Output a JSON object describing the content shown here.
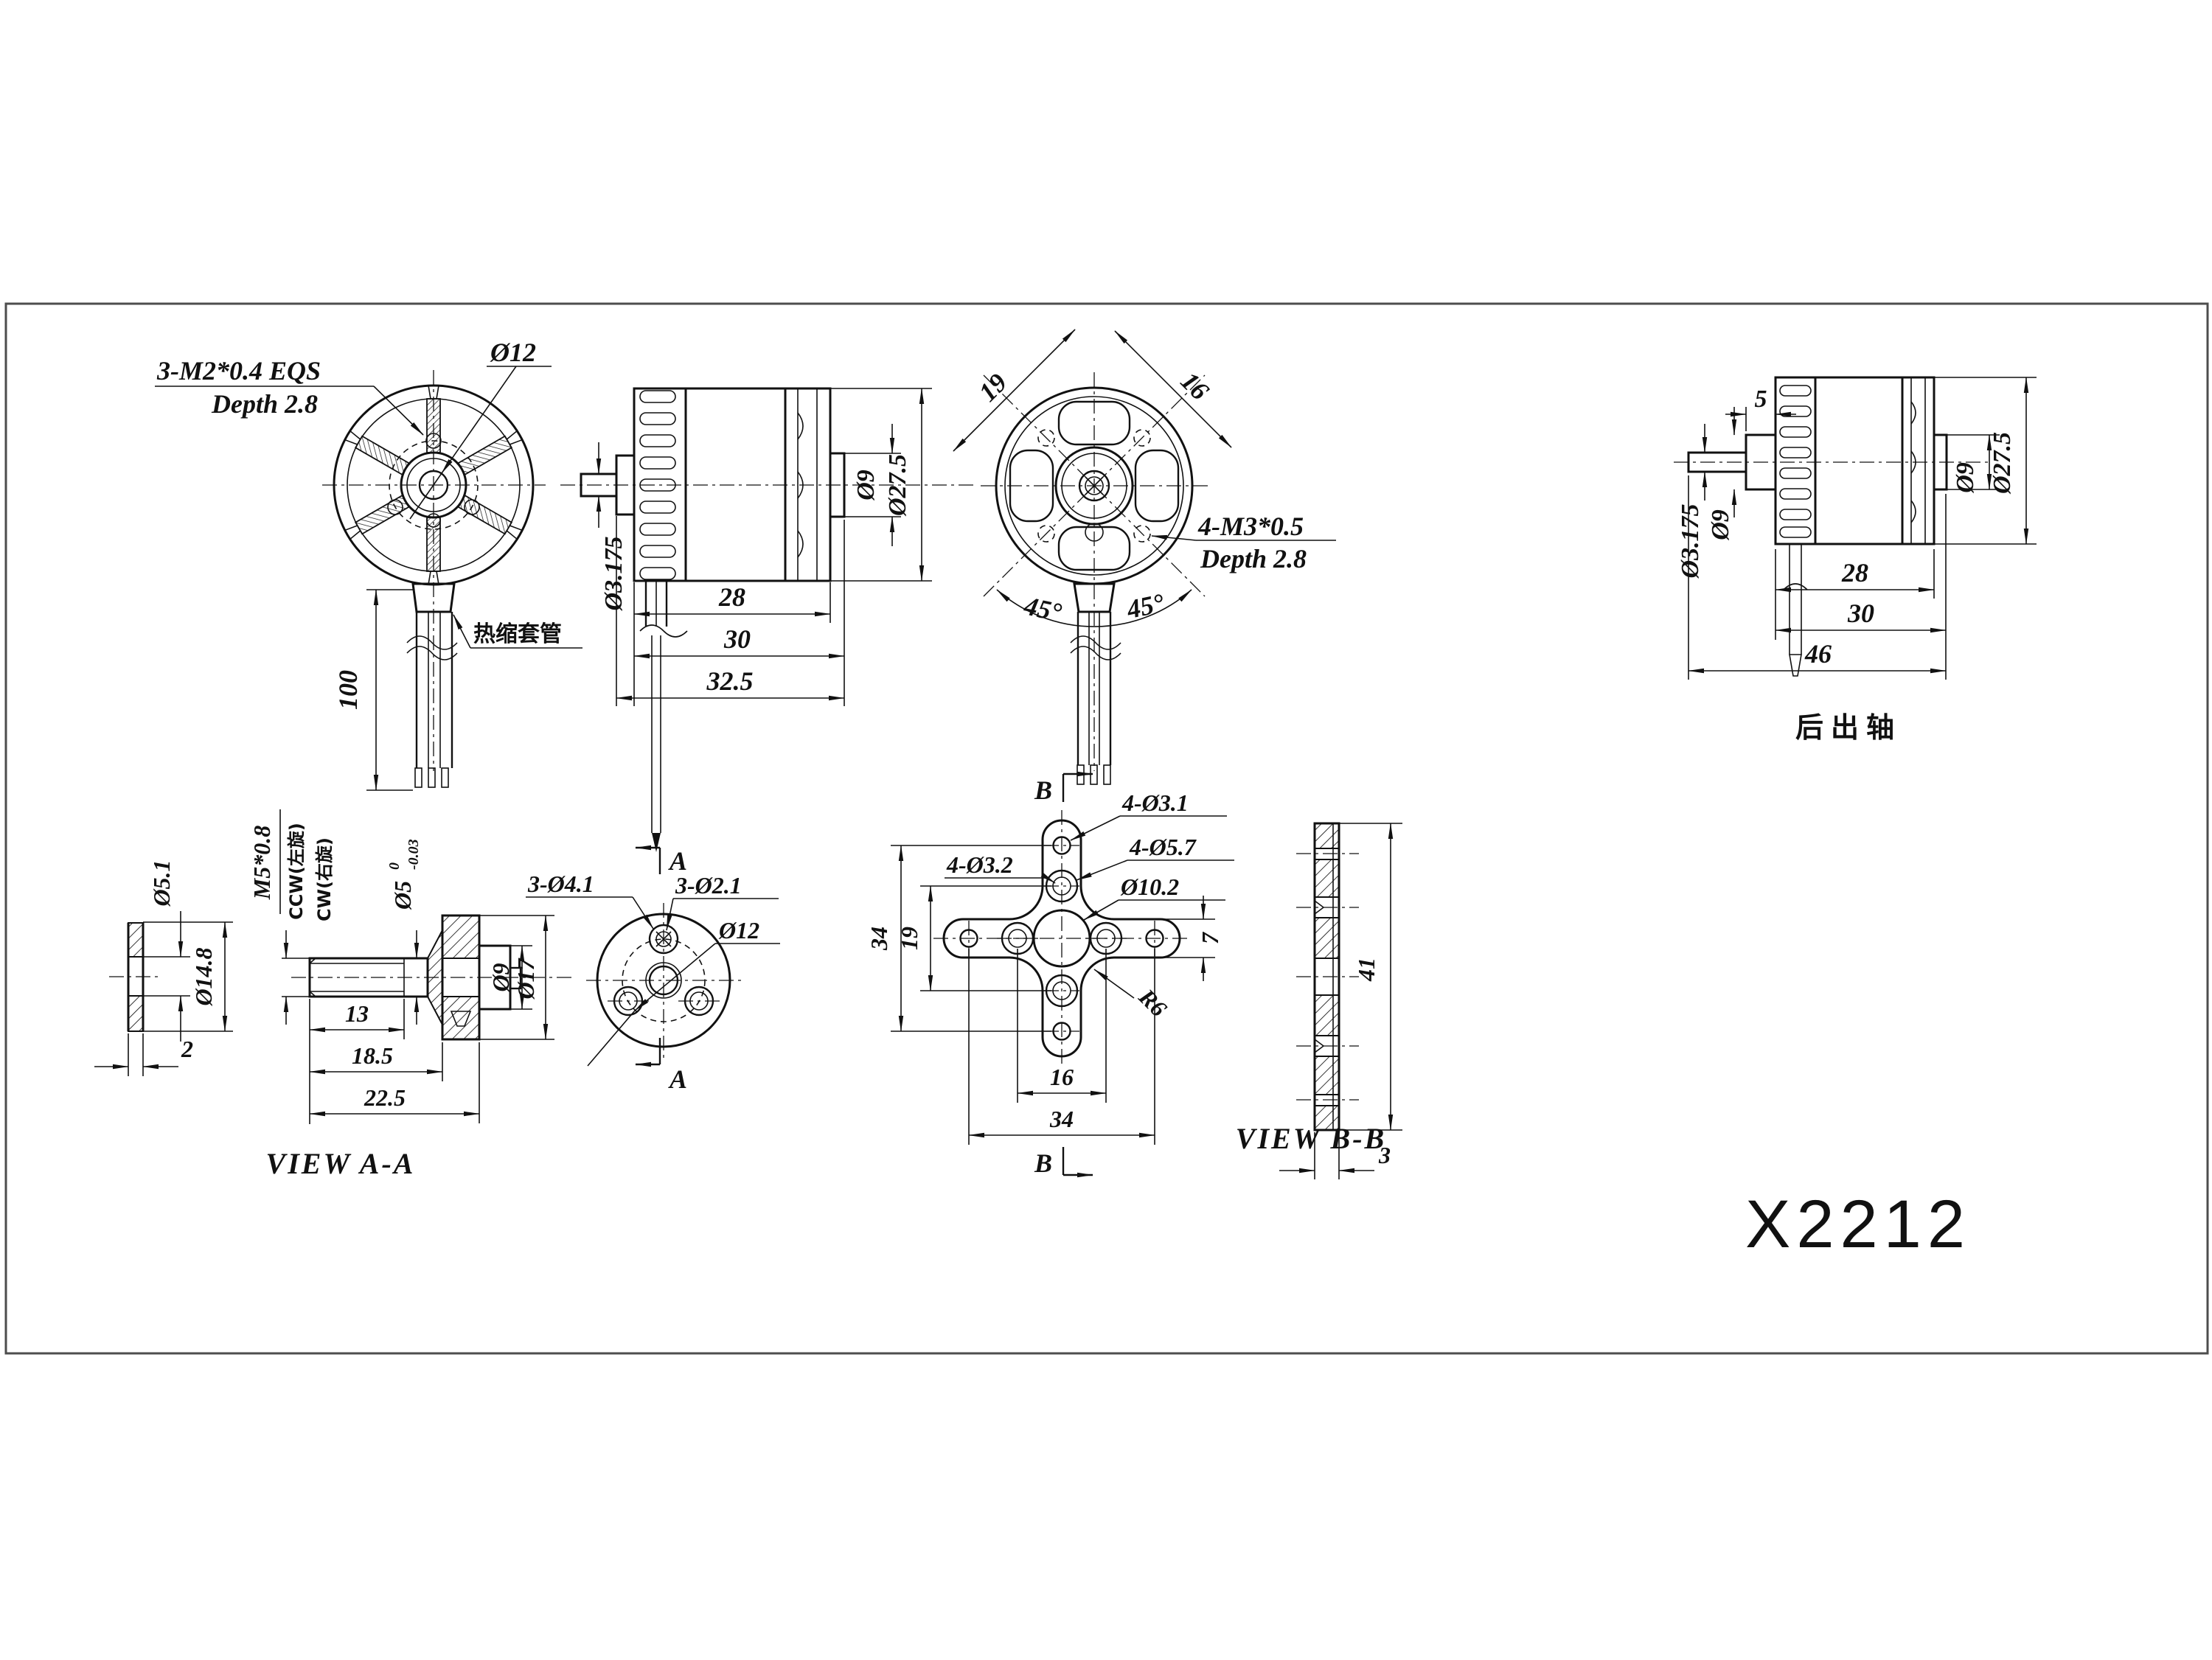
{
  "drawing_title": {
    "model": "X2212"
  },
  "front_view": {
    "screw_note": "3-M2*0.4 EQS",
    "screw_depth": "Depth 2.8",
    "hub_dia": "Ø12",
    "wire_length": "100",
    "sleeve_label": "热缩套管"
  },
  "side_view": {
    "shaft_dia": "Ø3.175",
    "boss_dia": "Ø9",
    "body_dia": "Ø27.5",
    "body_len": "28",
    "len_to_boss": "30",
    "total_len": "32.5"
  },
  "rear_view": {
    "hole_pitch_diag1": "19",
    "hole_pitch_diag2": "16",
    "screw_note": "4-M3*0.5",
    "screw_depth": "Depth 2.8",
    "angle_left": "45°",
    "angle_right": "45°",
    "section_mark": "B"
  },
  "rear_shaft_view": {
    "collar_offset": "5",
    "shaft_dia": "Ø3.175",
    "collar_dia": "Ø9",
    "boss_dia": "Ø9",
    "body_dia": "Ø27.5",
    "body_len": "28",
    "len_to_boss": "30",
    "total_len": "46",
    "caption": "后出轴"
  },
  "prop_washer": {
    "bore_dia": "Ø5.1",
    "outer_dia": "Ø14.8",
    "flat_len": "2"
  },
  "shaft_detail": {
    "thread_spec": "M5*0.8",
    "ccw_note": "CCW(左旋)",
    "cw_note": "CW(右旋)",
    "shaft_tol_dia": "Ø5",
    "tol_upper": "0",
    "tol_lower": "-0.03",
    "thread_len": "13",
    "smooth_len": "18.5",
    "total_len": "22.5",
    "boss_dia": "Ø9",
    "flange_dia": "Ø17",
    "view_label": "VIEW A-A",
    "section_mark": "A"
  },
  "shaft_flange_face": {
    "large_holes": "3-Ø4.1",
    "small_holes": "3-Ø2.1",
    "bolt_circle_dia": "Ø12"
  },
  "mount_cross": {
    "outer_holes": "4-Ø3.1",
    "inner_holes": "4-Ø3.2",
    "counterbores": "4-Ø5.7",
    "center_hole_dia": "Ø10.2",
    "outer_pitch_v": "34",
    "inner_pitch_v": "19",
    "arm_width": "7",
    "fillet_radius": "R6",
    "inner_pitch_h": "16",
    "outer_pitch_h": "34",
    "section_mark": "B"
  },
  "mount_section": {
    "plate_width": "41",
    "plate_thickness": "3",
    "view_label": "VIEW B-B"
  }
}
